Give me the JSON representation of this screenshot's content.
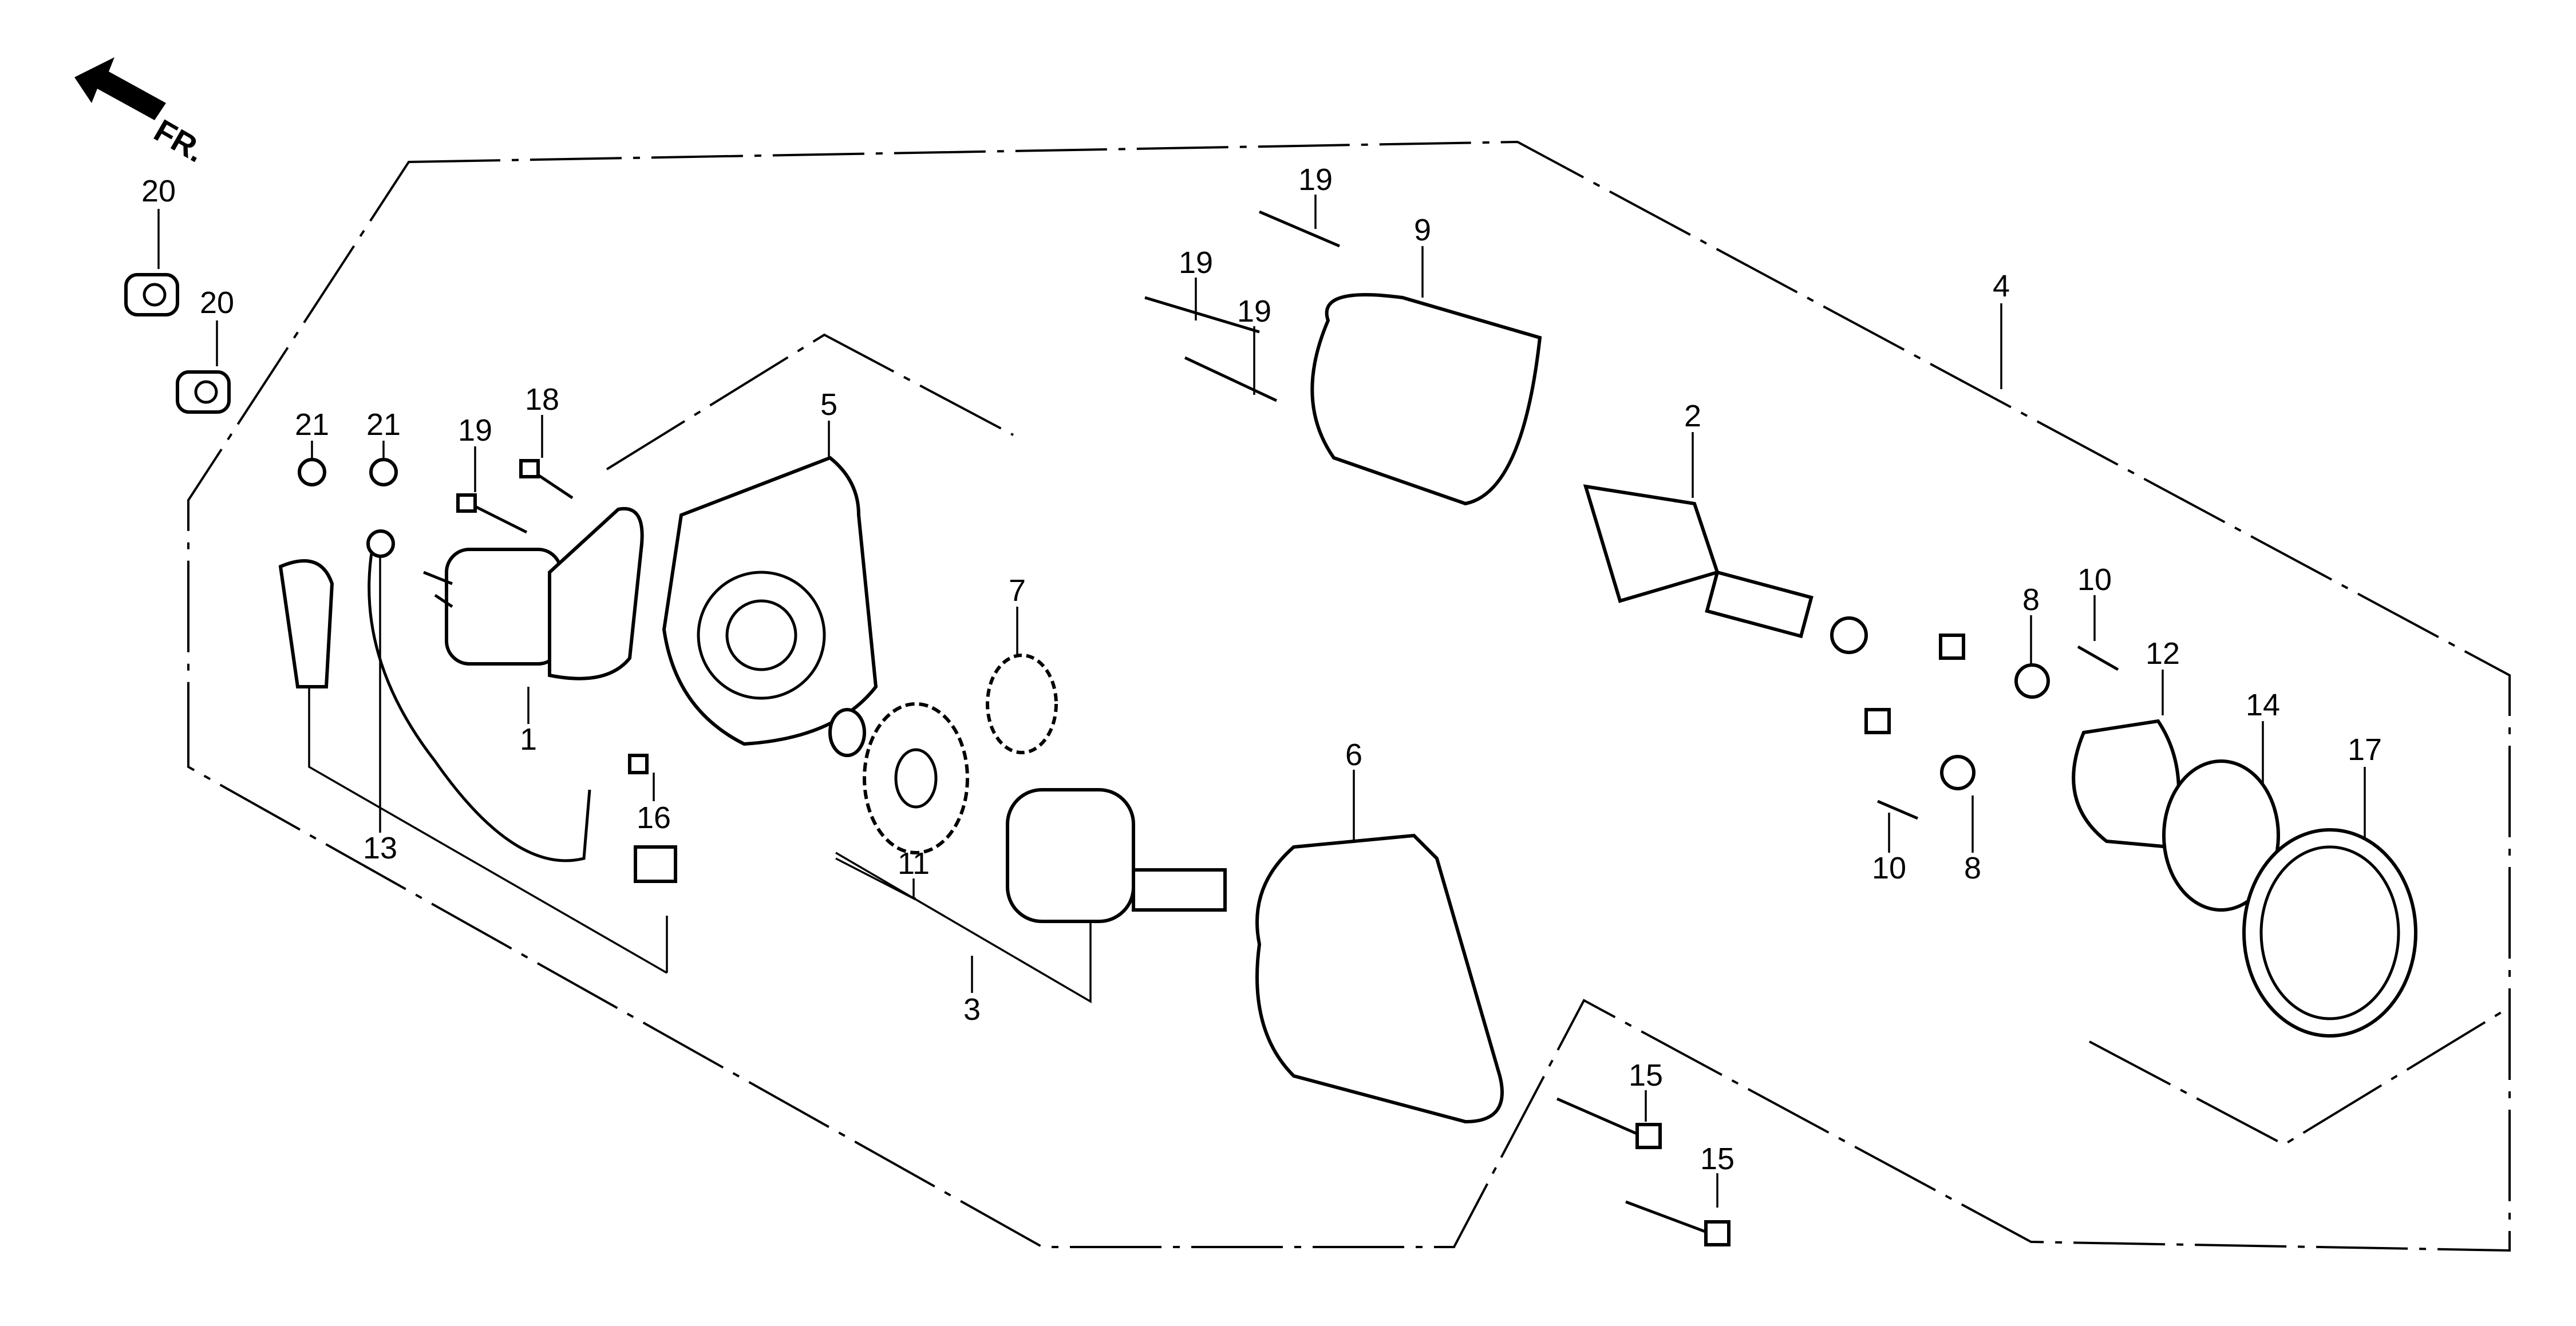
{
  "diagram": {
    "title": "Starter motor exploded view",
    "direction_label": "FR.",
    "labels": [
      {
        "text": "20"
      },
      {
        "text": "20"
      },
      {
        "text": "21"
      },
      {
        "text": "21"
      },
      {
        "text": "19"
      },
      {
        "text": "18"
      },
      {
        "text": "5"
      },
      {
        "text": "1"
      },
      {
        "text": "13"
      },
      {
        "text": "16"
      },
      {
        "text": "7"
      },
      {
        "text": "11"
      },
      {
        "text": "3"
      },
      {
        "text": "6"
      },
      {
        "text": "19"
      },
      {
        "text": "9"
      },
      {
        "text": "19"
      },
      {
        "text": "19"
      },
      {
        "text": "2"
      },
      {
        "text": "4"
      },
      {
        "text": "8"
      },
      {
        "text": "10"
      },
      {
        "text": "12"
      },
      {
        "text": "14"
      },
      {
        "text": "17"
      },
      {
        "text": "10"
      },
      {
        "text": "8"
      },
      {
        "text": "15"
      },
      {
        "text": "15"
      }
    ]
  }
}
